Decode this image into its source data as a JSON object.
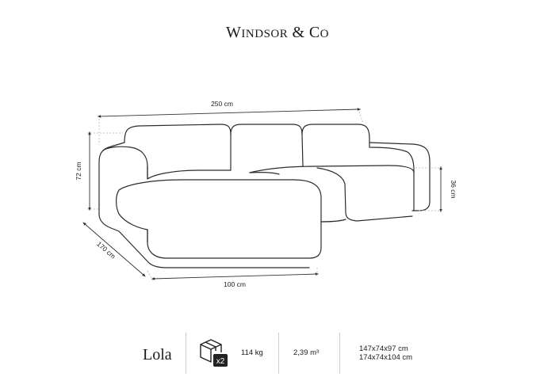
{
  "brand": "Windsor & Co",
  "dimensions": {
    "width": "250 cm",
    "height": "72 cm",
    "depth": "170 cm",
    "chaise_width": "100 cm",
    "seat_height": "36 cm"
  },
  "footer": {
    "model_name": "Lola",
    "package_count": "x2",
    "weight": "114 kg",
    "volume": "2,39 m³",
    "package_dims": [
      "147x74x97 cm",
      "174x74x104 cm"
    ]
  },
  "colors": {
    "outline": "#2b2b2b",
    "dimension_line": "#c9a7c0",
    "text": "#1a1a1a"
  }
}
